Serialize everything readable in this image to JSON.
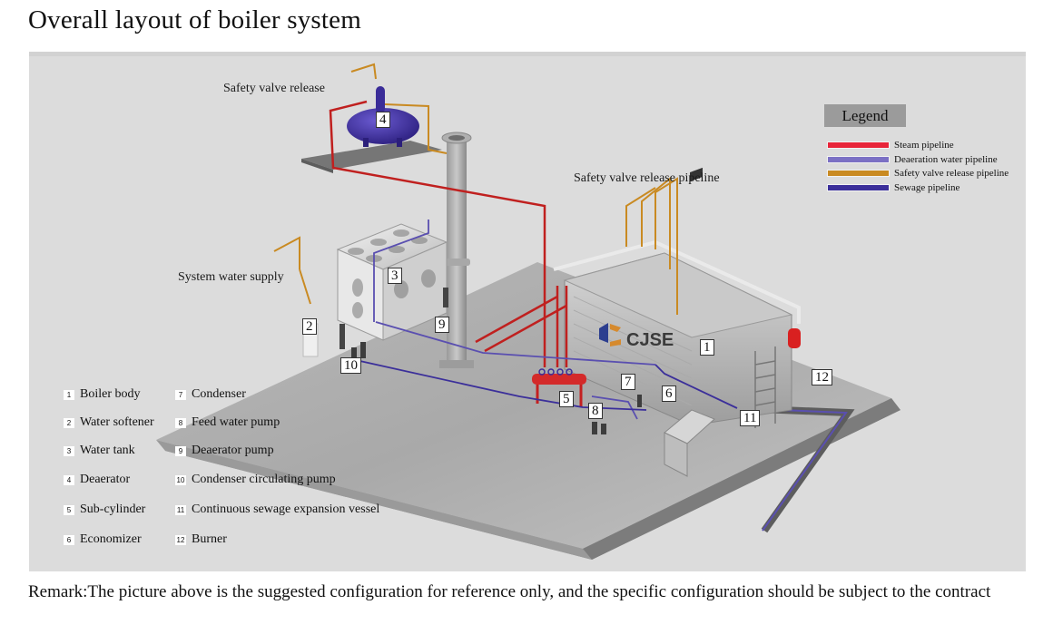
{
  "title": "Overall layout of boiler system",
  "diagram": {
    "callouts": {
      "safety_valve_release": "Safety valve release",
      "safety_valve_release_pipeline": "Safety valve release pipeline",
      "system_water_supply": "System water supply"
    },
    "tags": [
      "1",
      "2",
      "3",
      "4",
      "5",
      "6",
      "7",
      "8",
      "9",
      "10",
      "11",
      "12"
    ],
    "brand_logo_text": "CJSE",
    "legend": {
      "title": "Legend",
      "items": [
        {
          "label": "Steam pipeline",
          "color": "#e8253a"
        },
        {
          "label": "Deaeration water pipeline",
          "color": "#7b70c4"
        },
        {
          "label": "Safety valve release pipeline",
          "color": "#c98a22"
        },
        {
          "label": "Sewage pipeline",
          "color": "#3b2f9a"
        }
      ]
    },
    "components": [
      {
        "num": "1",
        "name": "Boiler body"
      },
      {
        "num": "2",
        "name": "Water softener"
      },
      {
        "num": "3",
        "name": "Water tank"
      },
      {
        "num": "4",
        "name": "Deaerator"
      },
      {
        "num": "5",
        "name": "Sub-cylinder"
      },
      {
        "num": "6",
        "name": "Economizer"
      },
      {
        "num": "7",
        "name": "Condenser"
      },
      {
        "num": "8",
        "name": "Feed water pump"
      },
      {
        "num": "9",
        "name": "Deaerator pump"
      },
      {
        "num": "10",
        "name": "Condenser circulating pump"
      },
      {
        "num": "11",
        "name": "Continuous sewage expansion vessel"
      },
      {
        "num": "12",
        "name": "Burner"
      }
    ]
  },
  "remark": "Remark:The picture above is the suggested configuration for reference only, and the specific configuration should be subject to the contract"
}
